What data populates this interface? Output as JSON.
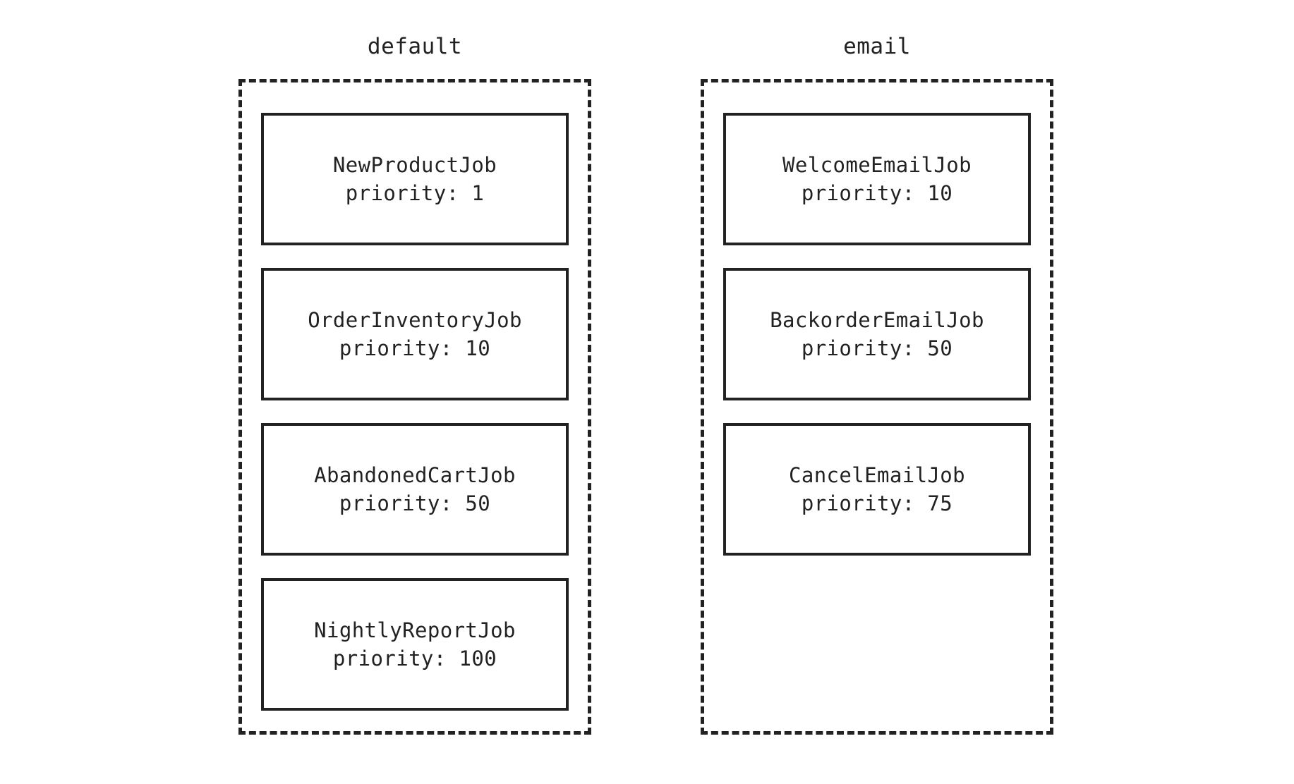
{
  "diagram": {
    "background_color": "#ffffff",
    "stroke_color": "#222222",
    "queues": [
      {
        "name": "default",
        "jobs": [
          {
            "name": "NewProductJob",
            "priority_label": "priority: 1",
            "priority": 1
          },
          {
            "name": "OrderInventoryJob",
            "priority_label": "priority: 10",
            "priority": 10
          },
          {
            "name": "AbandonedCartJob",
            "priority_label": "priority: 50",
            "priority": 50
          },
          {
            "name": "NightlyReportJob",
            "priority_label": "priority: 100",
            "priority": 100
          }
        ]
      },
      {
        "name": "email",
        "jobs": [
          {
            "name": "WelcomeEmailJob",
            "priority_label": "priority: 10",
            "priority": 10
          },
          {
            "name": "BackorderEmailJob",
            "priority_label": "priority: 50",
            "priority": 50
          },
          {
            "name": "CancelEmailJob",
            "priority_label": "priority: 75",
            "priority": 75
          }
        ]
      }
    ]
  }
}
